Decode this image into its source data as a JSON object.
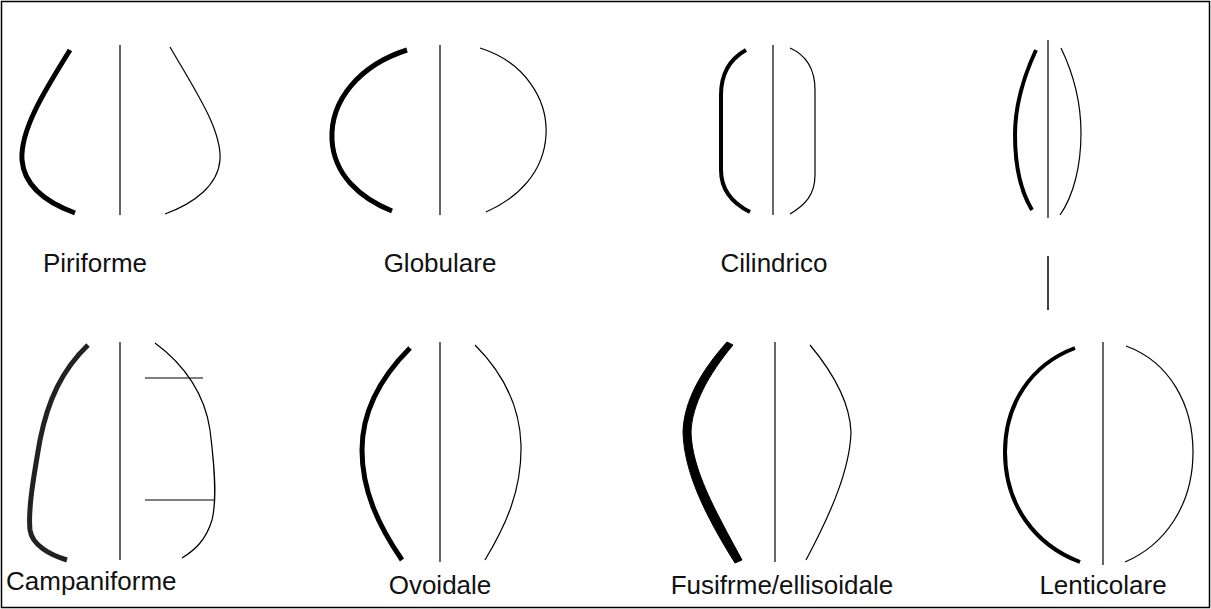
{
  "diagram": {
    "labels": [
      "Piriforme",
      "Globulare",
      "Cilindrico",
      "Campaniforme",
      "Ovoidale",
      "Fusifrme/ellisoidale",
      "Lenticolare"
    ]
  }
}
